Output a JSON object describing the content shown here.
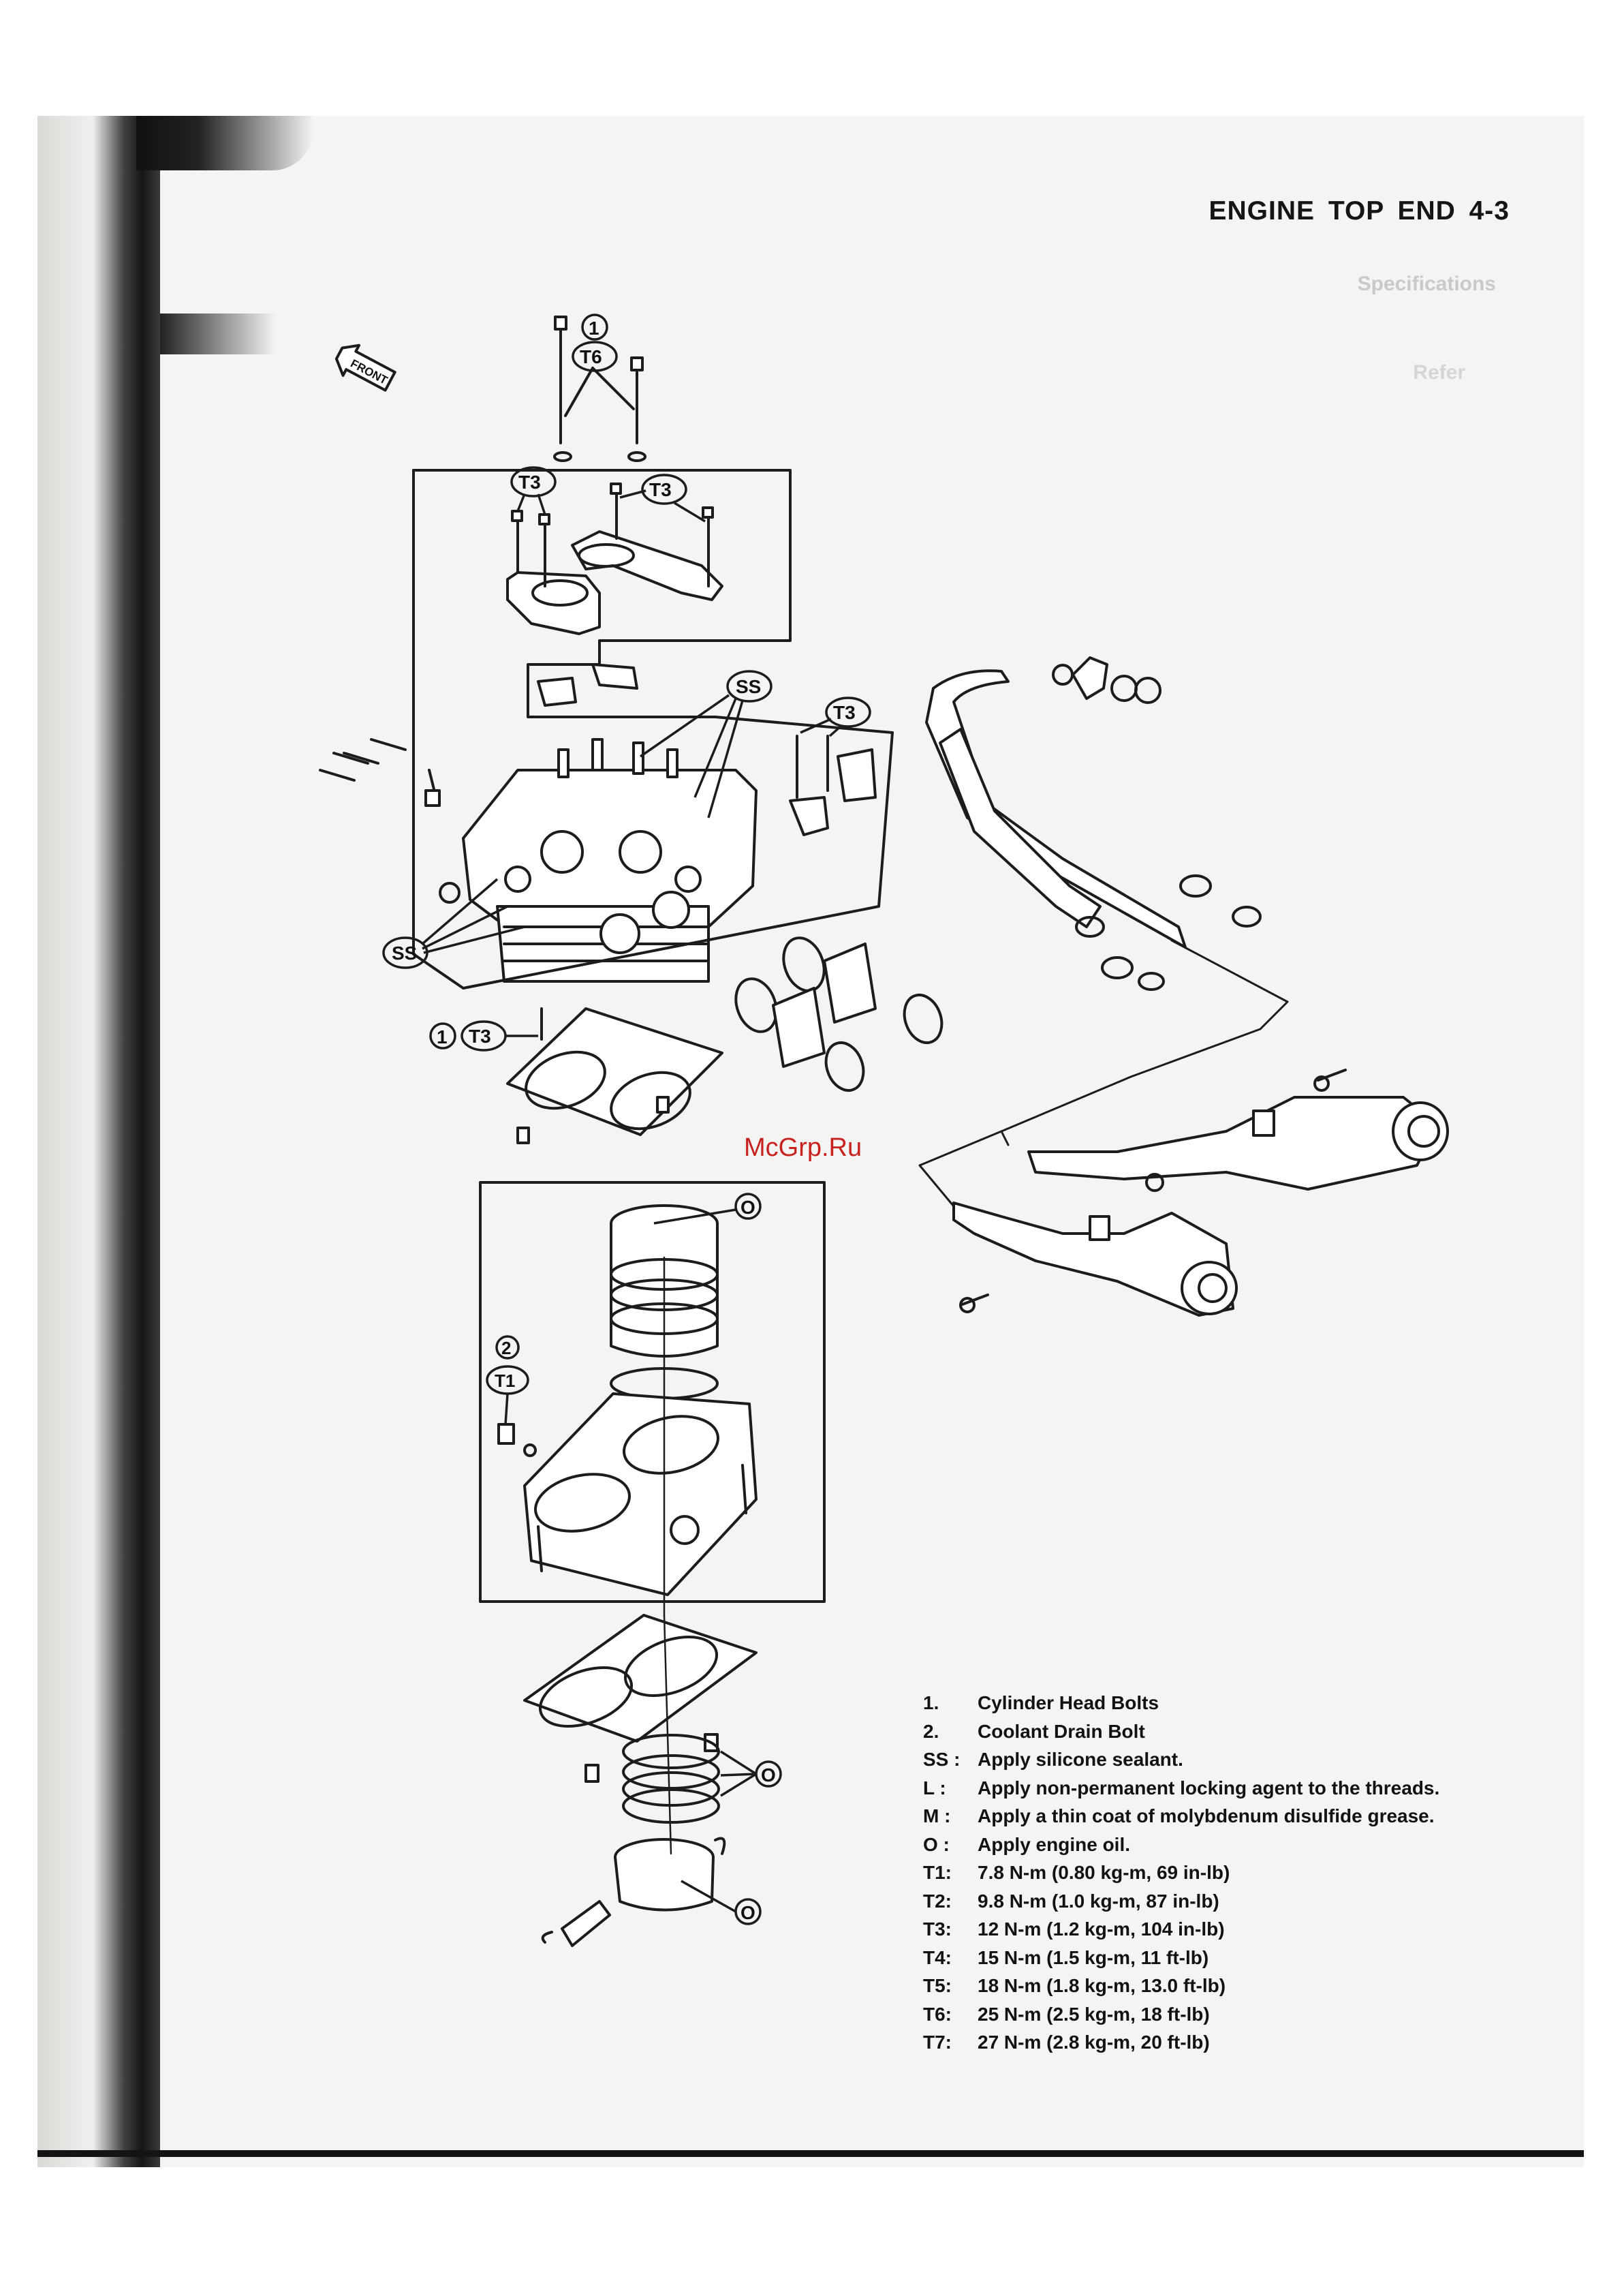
{
  "header": {
    "title": "ENGINE TOP END 4-3"
  },
  "ghost_text": {
    "line1": "Specifications",
    "line2": "Refer"
  },
  "watermark": "McGrp.Ru",
  "diagram": {
    "front_label": "FRONT",
    "callouts": {
      "ref1_top": "1",
      "t6": "T6",
      "t3_left": "T3",
      "t3_right": "T3",
      "ss_upper": "SS",
      "t3_side": "T3",
      "ss_lower": "SS",
      "ref1_gasket": "1",
      "t3_gasket": "T3",
      "o_cylinder": "O",
      "ref2": "2",
      "t1": "T1",
      "o_rings": "O",
      "o_piston": "O"
    }
  },
  "legend": [
    {
      "key": "1.",
      "text": "Cylinder Head Bolts"
    },
    {
      "key": "2.",
      "text": "Coolant Drain Bolt"
    },
    {
      "key": "SS :",
      "text": "Apply silicone sealant."
    },
    {
      "key": "L :",
      "text": "Apply non-permanent locking agent to the threads."
    },
    {
      "key": "M :",
      "text": "Apply a thin coat of molybdenum disulfide grease."
    },
    {
      "key": "O :",
      "text": "Apply engine oil."
    },
    {
      "key": "T1:",
      "text": "7.8 N-m (0.80 kg-m, 69 in-lb)"
    },
    {
      "key": "T2:",
      "text": "9.8 N-m (1.0 kg-m, 87 in-lb)"
    },
    {
      "key": "T3:",
      "text": "12 N-m (1.2 kg-m, 104 in-lb)"
    },
    {
      "key": "T4:",
      "text": "15 N-m (1.5 kg-m, 11 ft-lb)"
    },
    {
      "key": "T5:",
      "text": "18 N-m (1.8 kg-m, 13.0 ft-lb)"
    },
    {
      "key": "T6:",
      "text": "25 N-m (2.5 kg-m, 18 ft-lb)"
    },
    {
      "key": "T7:",
      "text": "27 N-m (2.8 kg-m, 20 ft-lb)"
    }
  ]
}
